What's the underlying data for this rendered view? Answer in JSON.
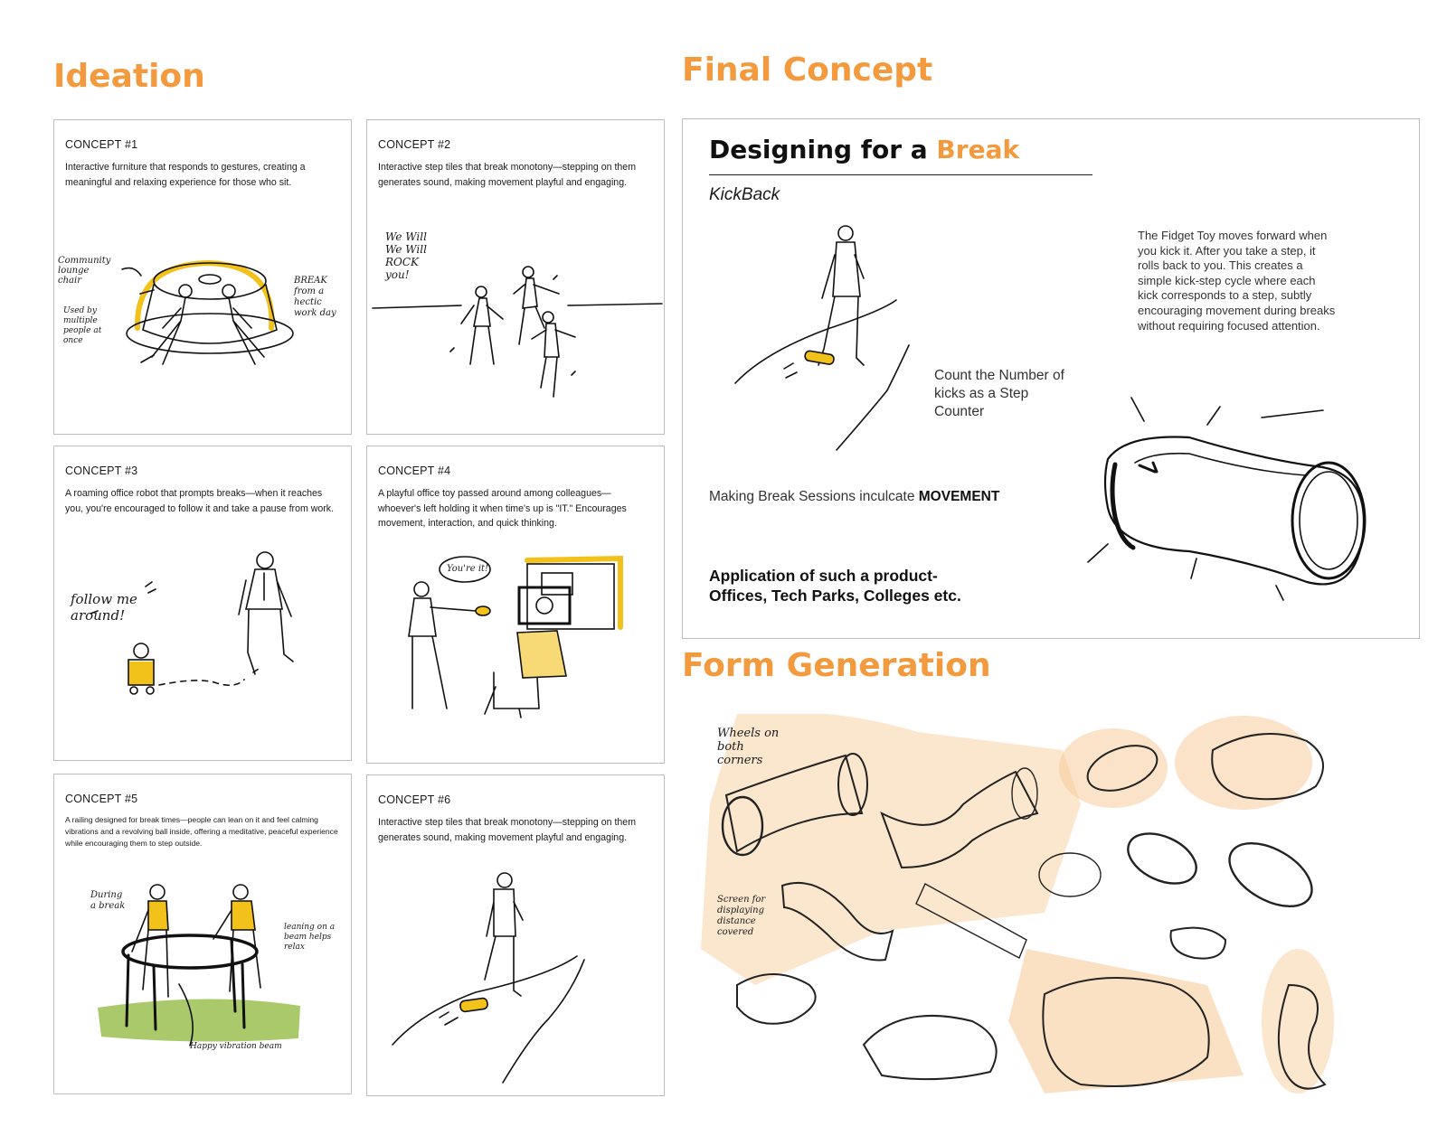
{
  "headings": {
    "ideation": "Ideation",
    "final_concept": "Final Concept",
    "form_generation": "Form Generation"
  },
  "concepts": [
    {
      "title": "CONCEPT #1",
      "description": "Interactive furniture that responds to gestures, creating a meaningful and relaxing experience for those who sit.",
      "sketch_notes": [
        "Community lounge chair",
        "Used by multiple people at once",
        "BREAK from a hectic work day"
      ]
    },
    {
      "title": "CONCEPT #2",
      "description": "Interactive step tiles that break monotony—stepping on them generates sound, making movement playful and engaging.",
      "sketch_notes": [
        "We Will We Will ROCK you!"
      ]
    },
    {
      "title": "CONCEPT #3",
      "description": "A roaming office robot that prompts breaks—when it reaches you, you're encouraged to follow it and take a pause from work.",
      "sketch_notes": [
        "follow me around!"
      ]
    },
    {
      "title": "CONCEPT #4",
      "description": "A playful office toy passed around among colleagues—whoever's left holding it when time's up is \"IT.\" Encourages movement, interaction, and quick thinking.",
      "sketch_notes": [
        "You're it!"
      ]
    },
    {
      "title": "CONCEPT #5",
      "description": "A railing designed for break times—people can lean on it and feel calming vibrations and a revolving ball inside, offering a meditative, peaceful experience while encouraging them to step outside.",
      "sketch_notes": [
        "During a break",
        "leaning on a beam helps relax",
        "Happy vibration beam"
      ]
    },
    {
      "title": "CONCEPT #6",
      "description": "Interactive step tiles that break monotony—stepping on them generates sound, making movement playful and engaging.",
      "sketch_notes": []
    }
  ],
  "final_concept": {
    "title_prefix": "Designing for a ",
    "title_accent": "Break",
    "product_name": "KickBack",
    "description": "The Fidget Toy moves forward when you kick it. After you take a step, it rolls back to you. This creates a simple kick-step cycle where each kick corresponds to a step, subtly encouraging movement during breaks without requiring focused attention.",
    "count_note": "Count the Number of kicks as a Step Counter",
    "making_prefix": "Making Break Sessions inculcate ",
    "making_bold": "MOVEMENT",
    "application": "Application of such a product- Offices, Tech Parks, Colleges etc."
  },
  "form_generation": {
    "sketch_notes": [
      "Wheels on both corners",
      "Screen for displaying distance covered"
    ]
  },
  "colors": {
    "accent": "#f39a3e",
    "highlight_yellow": "#f2c21b",
    "grass_green": "#a9c96a",
    "sketch_wash": "#f6c893",
    "card_border": "#bdbdbd"
  }
}
